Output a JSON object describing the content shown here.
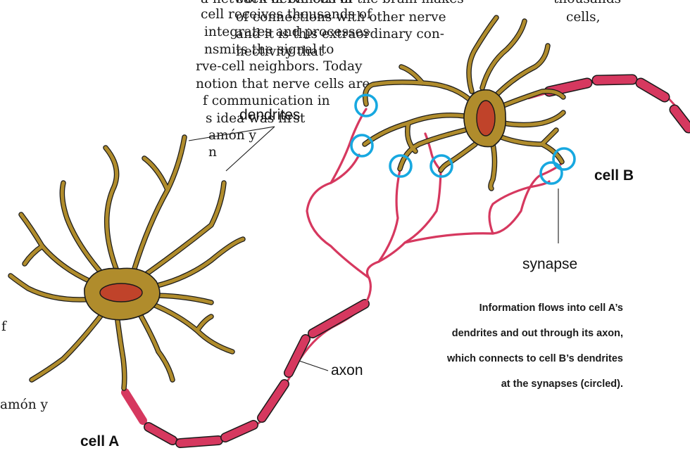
{
  "background_text": {
    "left_column": [
      "a network of billions of",
      "cell receives thousands of",
      "integrates and processes",
      "nsmits the signal to",
      "rve-cell neighbors.  Today",
      "notion that nerve cells are",
      "f communication in",
      "s idea was first",
      "amón y",
      "n"
    ],
    "middle_column": [
      "each nerve cell in the brain makes",
      "of connections with other nerve",
      "and it is this extraordinary con-",
      "nectivity that"
    ],
    "right_column": [
      "thousands",
      "cells,"
    ],
    "fragment_f": "f",
    "fragment_ramon": "amón y"
  },
  "labels": {
    "dendrites": "dendrites",
    "cell_b": "cell B",
    "synapse": "synapse",
    "axon": "axon",
    "cell_a": "cell A"
  },
  "caption": [
    "Information flows into cell A’s",
    "dendrites and out through its axon,",
    "which connects to cell B’s dendrites",
    "at the synapses (circled)."
  ],
  "colors": {
    "cell_body": "#b08c2c",
    "nucleus": "#c0432a",
    "axon": "#d6385f",
    "synapse_circle": "#17a8e0",
    "outline": "#1a1a1a"
  }
}
